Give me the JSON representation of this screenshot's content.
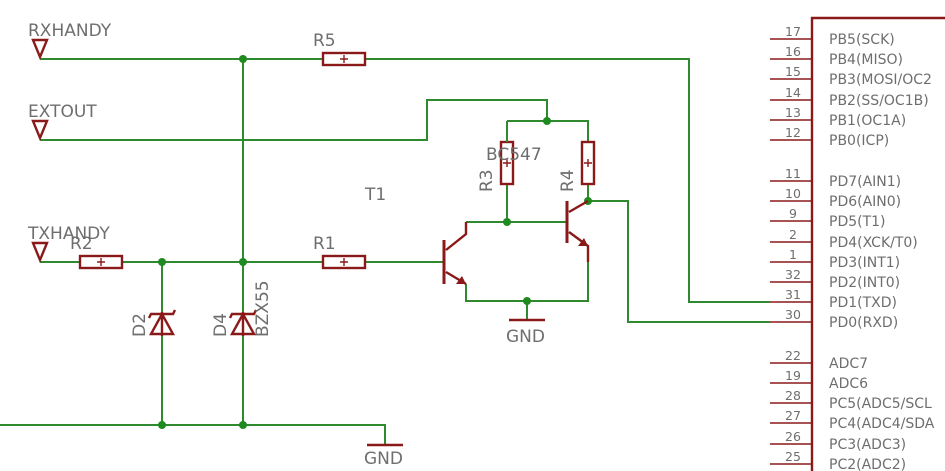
{
  "net_labels": {
    "rxhandy": "RXHANDY",
    "extout": "EXTOUT",
    "txhandy": "TXHANDY",
    "gnd_top": "GND",
    "gnd_bottom": "GND"
  },
  "parts": {
    "r5": "R5",
    "r1": "R1",
    "r2": "R2",
    "r3": "R3",
    "r4": "R4",
    "t1": "T1",
    "t1_value": "BC547",
    "d2": "D2",
    "d4": "D4",
    "d4_value": "BZX55"
  },
  "ic_pins": [
    {
      "num": "17",
      "name": "PB5(SCK)"
    },
    {
      "num": "16",
      "name": "PB4(MISO)"
    },
    {
      "num": "15",
      "name": "PB3(MOSI/OC2"
    },
    {
      "num": "14",
      "name": "PB2(SS/OC1B)"
    },
    {
      "num": "13",
      "name": "PB1(OC1A)"
    },
    {
      "num": "12",
      "name": "PB0(ICP)"
    },
    {
      "num": "11",
      "name": "PD7(AIN1)"
    },
    {
      "num": "10",
      "name": "PD6(AIN0)"
    },
    {
      "num": "9",
      "name": "PD5(T1)"
    },
    {
      "num": "2",
      "name": "PD4(XCK/T0)"
    },
    {
      "num": "1",
      "name": "PD3(INT1)"
    },
    {
      "num": "32",
      "name": "PD2(INT0)"
    },
    {
      "num": "31",
      "name": "PD1(TXD)"
    },
    {
      "num": "30",
      "name": "PD0(RXD)"
    },
    {
      "num": "22",
      "name": "ADC7"
    },
    {
      "num": "19",
      "name": "ADC6"
    },
    {
      "num": "28",
      "name": "PC5(ADC5/SCL"
    },
    {
      "num": "27",
      "name": "PC4(ADC4/SDA"
    },
    {
      "num": "26",
      "name": "PC3(ADC3)"
    },
    {
      "num": "25",
      "name": "PC2(ADC2)"
    }
  ],
  "colors": {
    "wire": "#2f8a2f",
    "part": "#8a1a1a",
    "text": "#6e6e6e",
    "junction": "#1f8a1f"
  }
}
